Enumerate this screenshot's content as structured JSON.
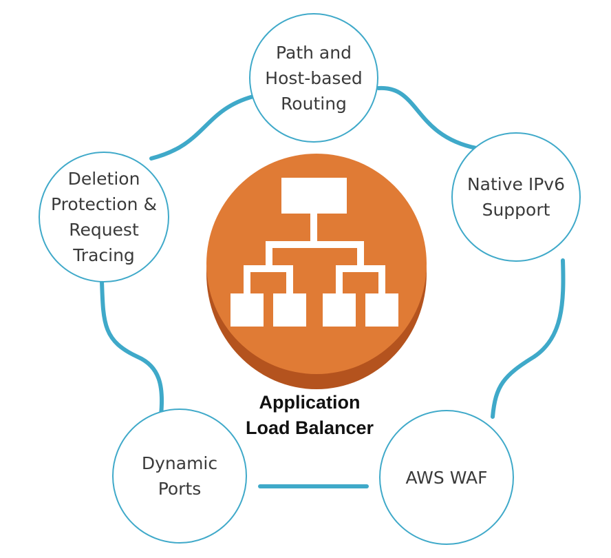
{
  "colors": {
    "connector": "#3fa9c9",
    "node_border": "#3fa9c9",
    "hub_fill": "#e07b35",
    "hub_rim": "#b4531e",
    "hub_icon": "#ffffff",
    "text": "#3a3a3a",
    "caption": "#111111"
  },
  "hub": {
    "icon": "hierarchy-tree-icon",
    "caption_lines": [
      "Application",
      "Load Balancer"
    ]
  },
  "nodes": {
    "path_routing": {
      "lines": [
        "Path and",
        "Host-based",
        "Routing"
      ]
    },
    "ipv6": {
      "lines": [
        "Native IPv6",
        "Support"
      ]
    },
    "deletion": {
      "lines": [
        "Deletion",
        "Protection &",
        "Request",
        "Tracing"
      ]
    },
    "dynamic_ports": {
      "lines": [
        "Dynamic",
        "Ports"
      ]
    },
    "waf": {
      "lines": [
        "AWS WAF"
      ]
    }
  }
}
